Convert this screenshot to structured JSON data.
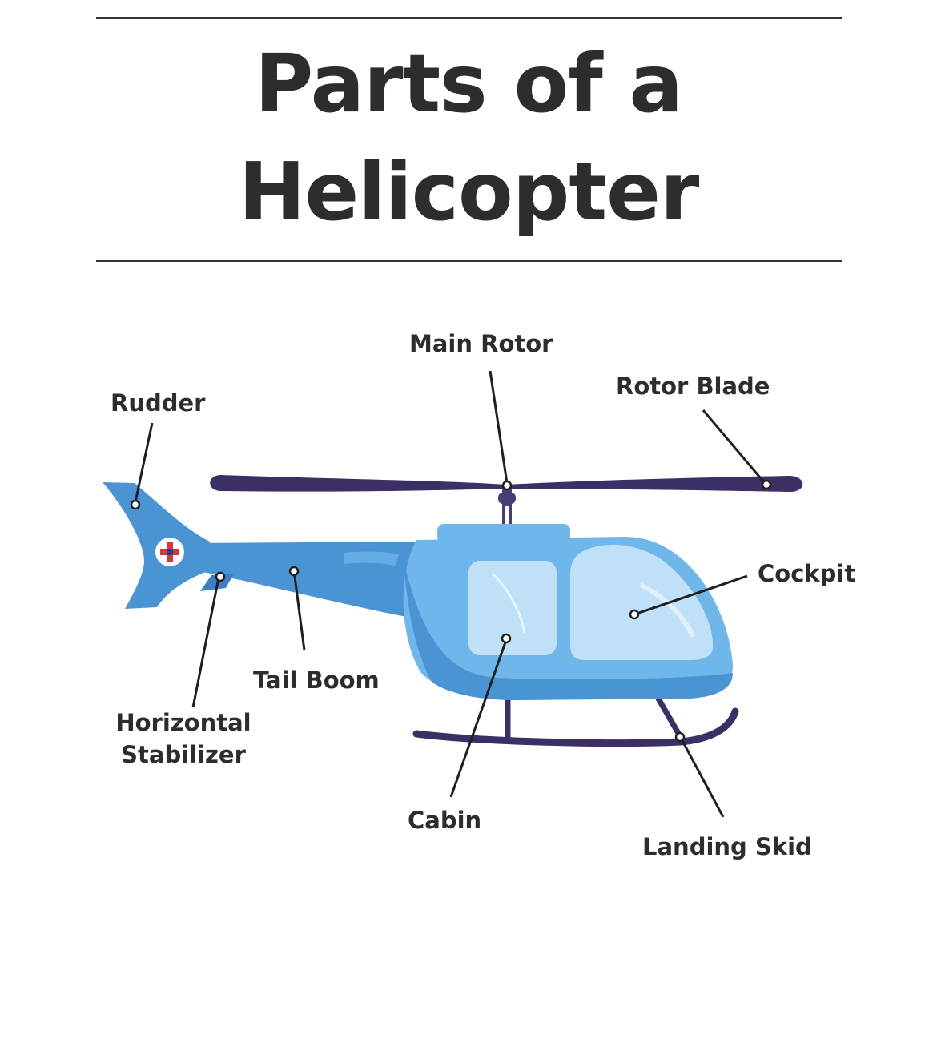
{
  "title": {
    "line1": "Parts of a",
    "line2": "Helicopter"
  },
  "labels": {
    "main_rotor": "Main Rotor",
    "rotor_blade": "Rotor Blade",
    "rudder": "Rudder",
    "cockpit": "Cockpit",
    "tail_boom": "Tail Boom",
    "horizontal_stabilizer_line1": "Horizontal",
    "horizontal_stabilizer_line2": "Stabilizer",
    "cabin": "Cabin",
    "landing_skid": "Landing Skid"
  },
  "colors": {
    "body_blue": "#4b94d4",
    "body_light": "#6fb6ea",
    "window": "#bfe0f7",
    "rotor_dark": "#3c2f66",
    "medical_red": "#d9343a",
    "medical_blue": "#1f3f8f"
  }
}
